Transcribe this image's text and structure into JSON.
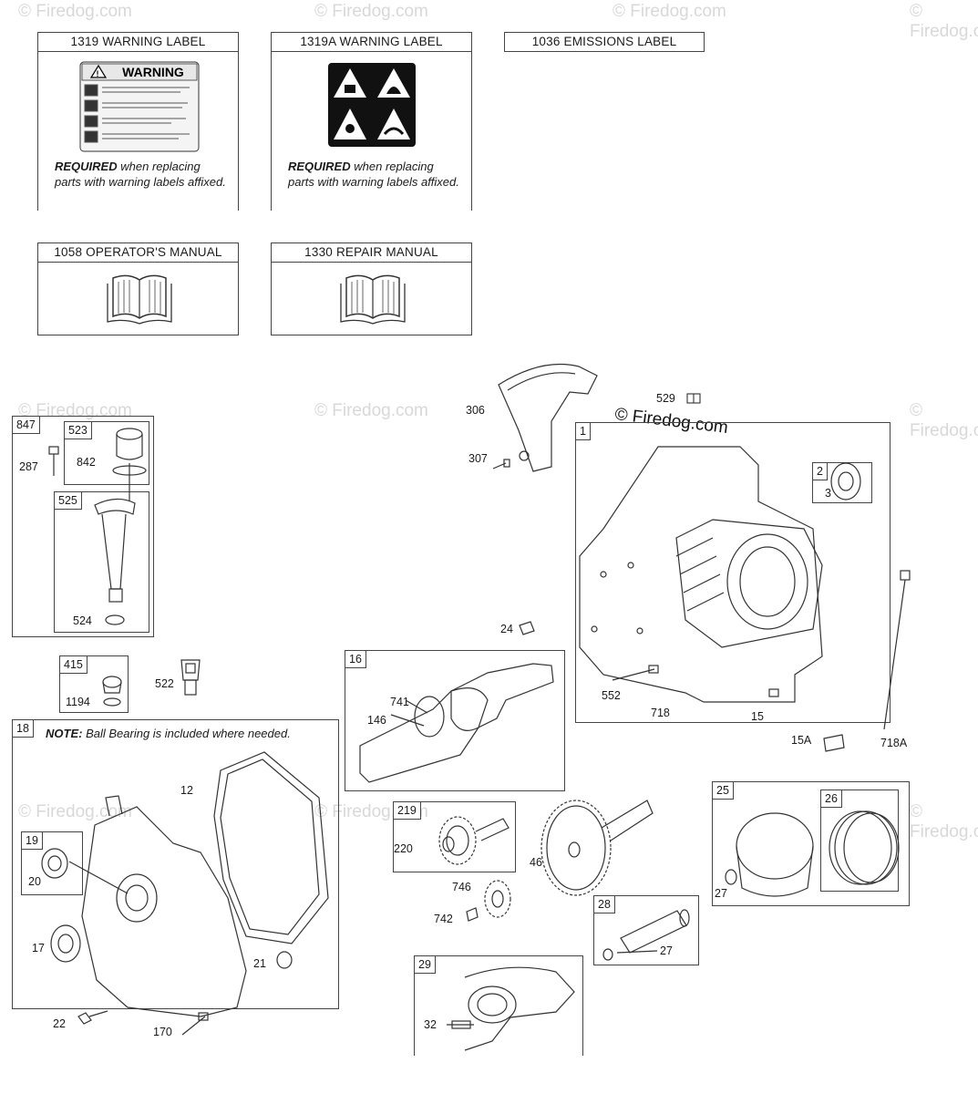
{
  "labels": {
    "warning_1319": {
      "title": "1319 WARNING LABEL",
      "sign_heading": "WARNING",
      "required": "REQUIRED",
      "required_rest": "when replacing parts with warning labels affixed."
    },
    "warning_1319a": {
      "title": "1319A WARNING LABEL",
      "required": "REQUIRED",
      "required_rest": "when replacing parts with warning labels affixed."
    },
    "emissions_1036": {
      "title": "1036 EMISSIONS LABEL"
    },
    "operators_1058": {
      "title": "1058 OPERATOR'S MANUAL"
    },
    "repair_1330": {
      "title": "1330 REPAIR MANUAL"
    }
  },
  "watermark": "© Firedog.com",
  "copyright": "© Firedog.com",
  "groups": {
    "g847": {
      "tag": "847",
      "subtags": [
        "523",
        "525"
      ],
      "parts": [
        "287",
        "842",
        "524"
      ]
    },
    "g415": {
      "tag": "415",
      "parts": [
        "1194"
      ]
    },
    "g18": {
      "tag": "18",
      "note_bold": "NOTE:",
      "note_rest": "Ball Bearing is included where needed.",
      "subtag": "19",
      "parts": [
        "12",
        "20",
        "17",
        "21",
        "22",
        "170"
      ]
    },
    "g16": {
      "tag": "16",
      "parts": [
        "741",
        "146"
      ]
    },
    "g1": {
      "tag": "1",
      "subtag": "2",
      "parts": [
        "3",
        "552",
        "718",
        "15"
      ]
    },
    "g219": {
      "tag": "219",
      "parts": [
        "220"
      ]
    },
    "g25": {
      "tag": "25",
      "subtag": "26",
      "parts": [
        "27"
      ]
    },
    "g28": {
      "tag": "28",
      "parts": [
        "27"
      ]
    },
    "g29": {
      "tag": "29",
      "parts": [
        "32"
      ]
    }
  },
  "loose_parts": [
    "306",
    "307",
    "529",
    "522",
    "24",
    "15A",
    "718A",
    "46",
    "746",
    "742"
  ]
}
